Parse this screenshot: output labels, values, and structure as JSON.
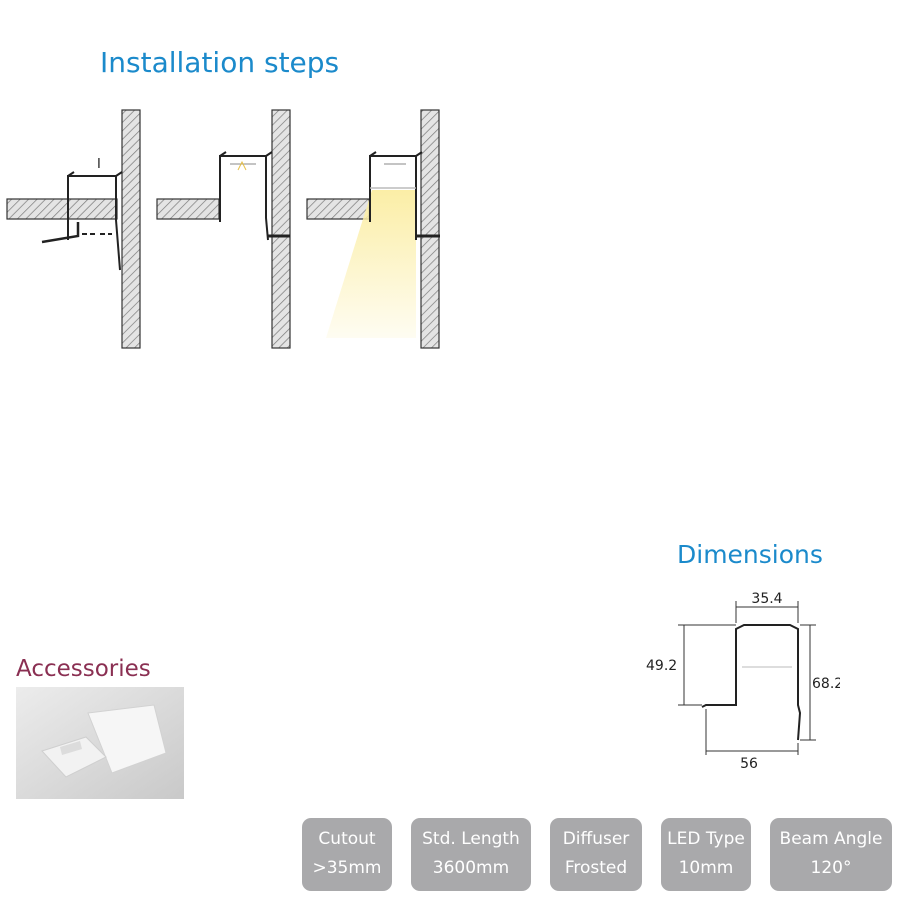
{
  "installation": {
    "title": "Installation steps",
    "step1_marker": "I"
  },
  "dimensions": {
    "title": "Dimensions",
    "top_width": "35.4",
    "inner_height": "49.2",
    "total_height": "68.2",
    "bottom_width": "56"
  },
  "accessories": {
    "title": "Accessories"
  },
  "specs": [
    {
      "label": "Cutout",
      "value": ">35mm"
    },
    {
      "label": "Std. Length",
      "value": "3600mm"
    },
    {
      "label": "Diffuser",
      "value": "Frosted"
    },
    {
      "label": "LED Type",
      "value": "10mm"
    },
    {
      "label": "Beam Angle",
      "value": "120°"
    }
  ],
  "colors": {
    "heading_blue": "#1b8acb",
    "accessories_heading": "#8a2f52",
    "spec_box": "#a9a9ab",
    "light_beam": "#fbeea6"
  }
}
